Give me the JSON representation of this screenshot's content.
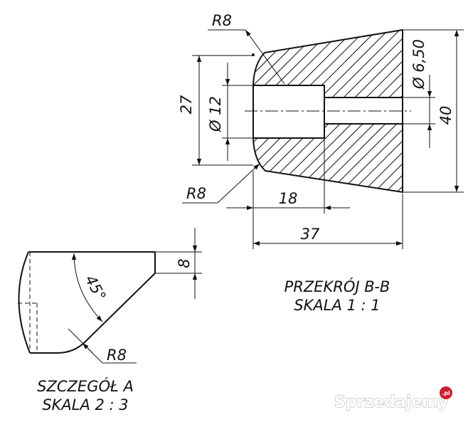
{
  "section_view": {
    "dimensions": {
      "r_top": "R8",
      "r_bottom": "R8",
      "dia_large": "27",
      "dia_bore": "Ø 12",
      "dia_small_hole": "Ø 6,50",
      "dia_outer": "40",
      "depth_bore": "18",
      "length_total": "37"
    },
    "title_line1": "PRZEKRÓJ B-B",
    "title_line2": "SKALA 1 : 1"
  },
  "detail_view": {
    "dimensions": {
      "angle": "45°",
      "height": "8",
      "radius": "R8"
    },
    "title_line1": "SZCZEGÓŁ A",
    "title_line2": "SKALA 2 : 3"
  },
  "watermark": {
    "text": "Sprzedajemy",
    "suffix": ".pl"
  }
}
